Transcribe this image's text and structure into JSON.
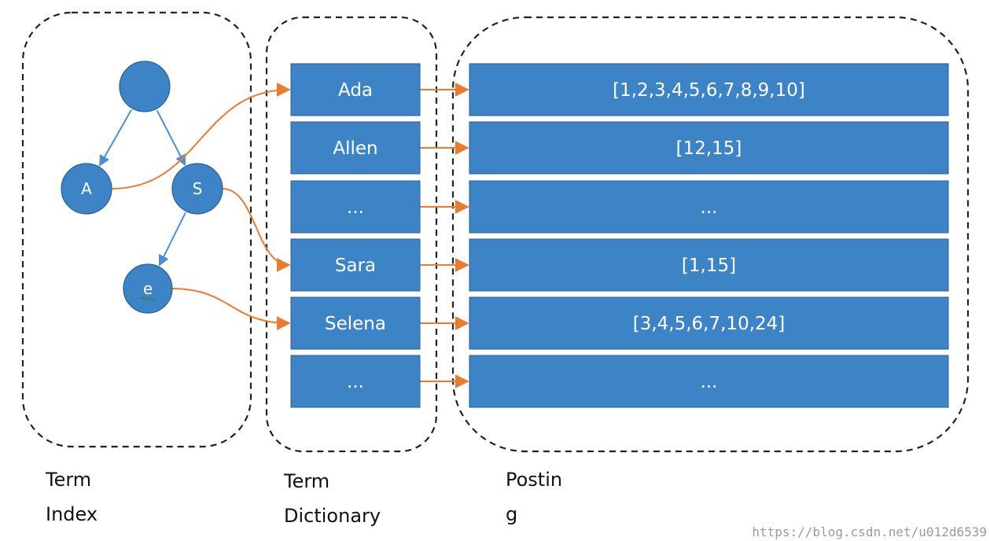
{
  "colors": {
    "box_fill": "#3d84c6",
    "box_border": "#2b5f96",
    "tree_edge": "#4a8fd6",
    "arrow": "#ec7a2f",
    "dash": "#222222",
    "squiggle": "#2e8b2e"
  },
  "tree": {
    "nodes": [
      {
        "id": "root",
        "label": ""
      },
      {
        "id": "A",
        "label": "A"
      },
      {
        "id": "S",
        "label": "S"
      },
      {
        "id": "e",
        "label": "e"
      }
    ],
    "edges": [
      {
        "from": "root",
        "to": "A"
      },
      {
        "from": "root",
        "to": "S"
      },
      {
        "from": "S",
        "to": "e"
      }
    ]
  },
  "term_dictionary": [
    "Ada",
    "Allen",
    "...",
    "Sara",
    "Selena",
    "..."
  ],
  "postings": [
    "[1,2,3,4,5,6,7,8,9,10]",
    "[12,15]",
    "...",
    "[1,15]",
    "[3,4,5,6,7,10,24]",
    "..."
  ],
  "index_links": [
    {
      "from": "A",
      "to_row": 0
    },
    {
      "from": "S",
      "to_row": 3
    },
    {
      "from": "e",
      "to_row": 4
    }
  ],
  "captions": {
    "term_index": "Term\nIndex",
    "term_dictionary": "Term\nDictionary",
    "posting": "Postin\ng"
  },
  "watermark": "https://blog.csdn.net/u012d6539"
}
